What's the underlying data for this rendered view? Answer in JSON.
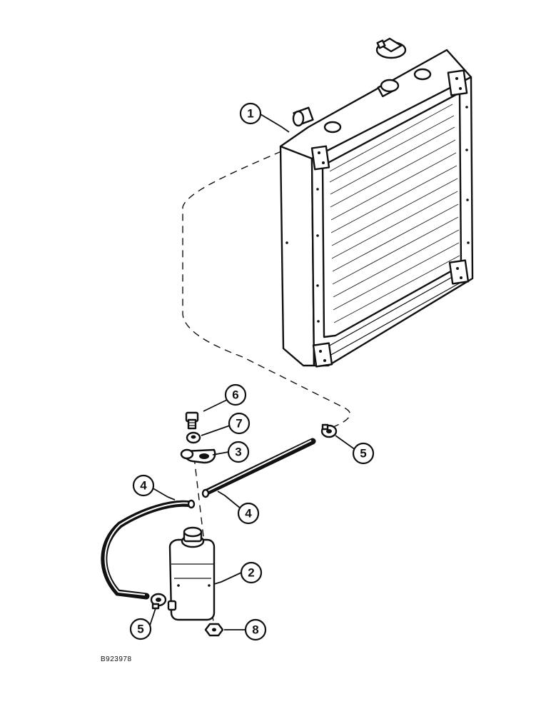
{
  "drawing": {
    "reference_code": "B923978"
  },
  "callouts": [
    {
      "number": "1",
      "part": "radiator"
    },
    {
      "number": "2",
      "part": "reservoir"
    },
    {
      "number": "3",
      "part": "bracket"
    },
    {
      "number": "4",
      "part": "hose-left"
    },
    {
      "number": "4",
      "part": "hose-right"
    },
    {
      "number": "5",
      "part": "clamp-right"
    },
    {
      "number": "5",
      "part": "clamp-left"
    },
    {
      "number": "6",
      "part": "bolt"
    },
    {
      "number": "7",
      "part": "washer"
    },
    {
      "number": "8",
      "part": "nut"
    }
  ]
}
